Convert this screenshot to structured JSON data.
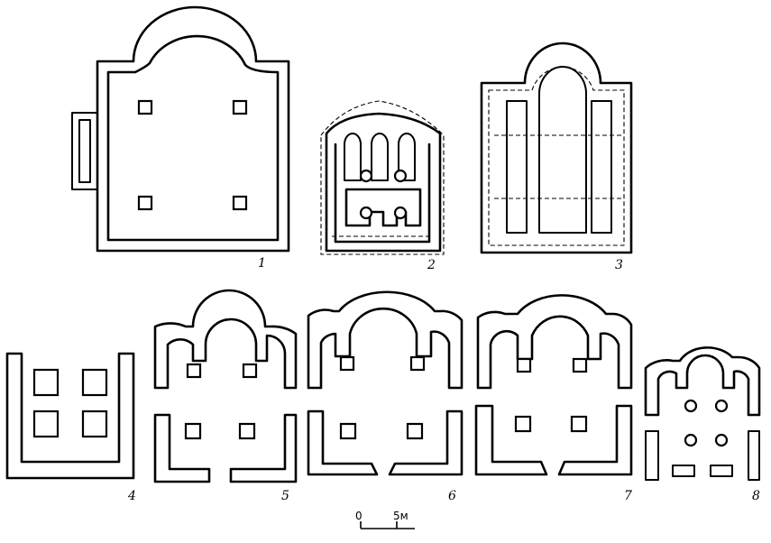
{
  "figure": {
    "plan_labels": [
      "1",
      "2",
      "3",
      "4",
      "5",
      "6",
      "7",
      "8"
    ],
    "scale_bar": {
      "start_label": "0",
      "end_label": "5м"
    }
  }
}
